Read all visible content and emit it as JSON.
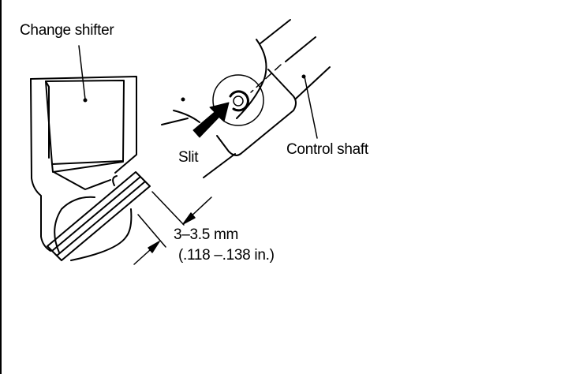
{
  "labels": {
    "change_shifter": "Change shifter",
    "slit": "Slit",
    "control_shaft": "Control shaft",
    "dimension_mm": "3–3.5 mm",
    "dimension_in": "(.118 –.138 in.)"
  },
  "colors": {
    "line": "#000000",
    "background": "#ffffff"
  }
}
